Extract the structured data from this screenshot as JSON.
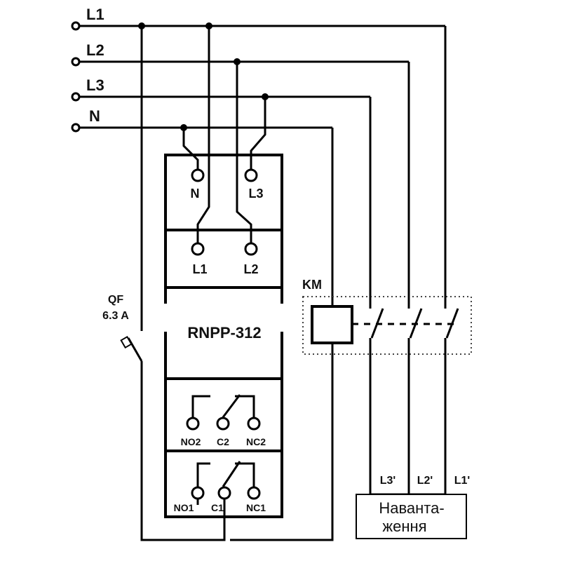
{
  "supply_lines": {
    "L1": "L1",
    "L2": "L2",
    "L3": "L3",
    "N": "N"
  },
  "device": {
    "model": "RNPP-312",
    "terminals": {
      "N": "N",
      "L3": "L3",
      "L1": "L1",
      "L2": "L2",
      "NO2": "NO2",
      "C2": "C2",
      "NC2": "NC2",
      "NO1": "NO1",
      "C1": "C1",
      "NC1": "NC1"
    }
  },
  "breaker": {
    "name": "QF",
    "rating": "6.3 A"
  },
  "contactor": {
    "name": "KM"
  },
  "load": {
    "label_line1": "Наванта-",
    "label_line2": "ження",
    "inputs": {
      "L3": "L3'",
      "L2": "L2'",
      "L1": "L1'"
    }
  },
  "colors": {
    "line": "#000000",
    "background": "#ffffff",
    "dotted_frame": "#444444"
  }
}
